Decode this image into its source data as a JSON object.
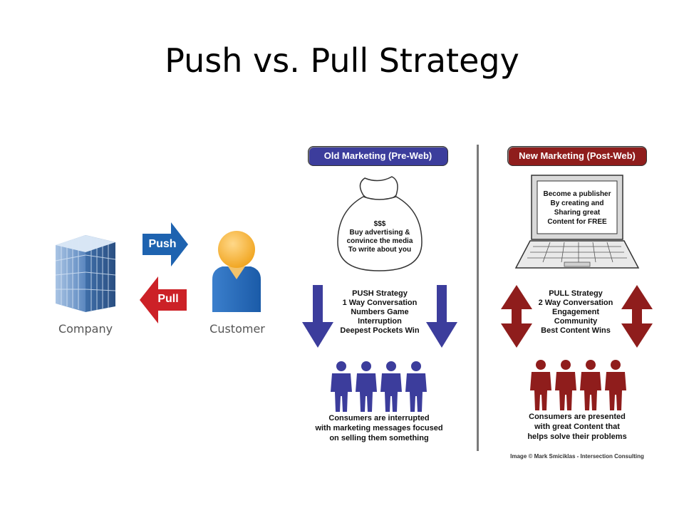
{
  "slide": {
    "title": "Push vs. Pull Strategy"
  },
  "left": {
    "company_label": "Company",
    "customer_label": "Customer",
    "push_arrow_label": "Push",
    "pull_arrow_label": "Pull",
    "colors": {
      "push": "#1e63b0",
      "pull": "#cc2127"
    }
  },
  "old_marketing": {
    "header": "Old Marketing (Pre-Web)",
    "bag_text": [
      "$$$",
      "Buy advertising &",
      "convince the media",
      "To write about you"
    ],
    "strategy_lines": [
      "PUSH Strategy",
      "1 Way Conversation",
      "Numbers Game",
      "Interruption",
      "Deepest Pockets Win"
    ],
    "consumers_text": [
      "Consumers are interrupted",
      "with marketing messages focused",
      "on selling them something"
    ],
    "color": "#3c3d9c"
  },
  "new_marketing": {
    "header": "New Marketing (Post-Web)",
    "laptop_text": [
      "Become a publisher",
      "By creating and",
      "Sharing great",
      "Content for FREE"
    ],
    "strategy_lines": [
      "PULL Strategy",
      "2 Way Conversation",
      "Engagement",
      "Community",
      "Best Content Wins"
    ],
    "consumers_text": [
      "Consumers are presented",
      "with great Content that",
      "helps solve their problems"
    ],
    "color": "#8f1d1c"
  },
  "credit": "Image © Mark Smiciklas - Intersection Consulting"
}
